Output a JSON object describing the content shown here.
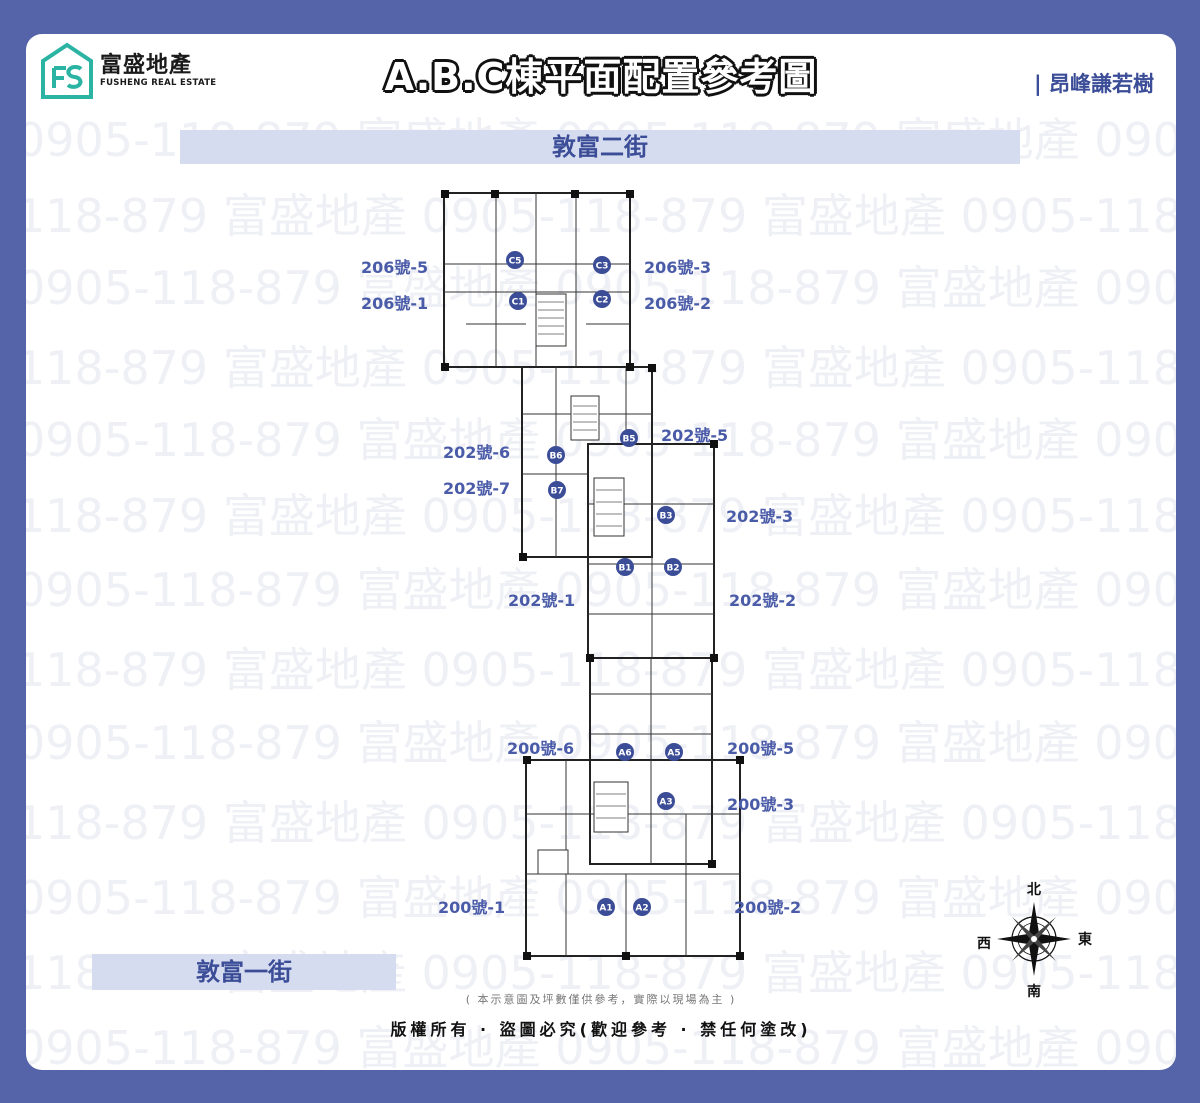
{
  "company": {
    "name": "富盛地產",
    "name_en": "FUSHENG REAL ESTATE"
  },
  "title": "A.B.C棟平面配置參考圖",
  "project": "| 昂峰謙若樹",
  "roads": {
    "north": "敦富二街",
    "south": "敦富一街"
  },
  "watermark": {
    "phone": "0905-118-879",
    "company": "富盛地產"
  },
  "units": [
    {
      "id": "C5",
      "label": "206號-5"
    },
    {
      "id": "C3",
      "label": "206號-3"
    },
    {
      "id": "C1",
      "label": "206號-1"
    },
    {
      "id": "C2",
      "label": "206號-2"
    },
    {
      "id": "B5",
      "label": "202號-5"
    },
    {
      "id": "B6",
      "label": "202號-6"
    },
    {
      "id": "B7",
      "label": "202號-7"
    },
    {
      "id": "B3",
      "label": "202號-3"
    },
    {
      "id": "B1",
      "label": "202號-1"
    },
    {
      "id": "B2",
      "label": "202號-2"
    },
    {
      "id": "A6",
      "label": "200號-6"
    },
    {
      "id": "A5",
      "label": "200號-5"
    },
    {
      "id": "A3",
      "label": "200號-3"
    },
    {
      "id": "A1",
      "label": "200號-1"
    },
    {
      "id": "A2",
      "label": "200號-2"
    }
  ],
  "compass": {
    "north": "北",
    "south": "南",
    "east": "東",
    "west": "西"
  },
  "disclaimer": "( 本示意圖及坪數僅供參考，實際以現場為主 )",
  "copyright": "版權所有 · 盜圖必究(歡迎參考 · 禁任何塗改)",
  "colors": {
    "frame": "#5563a8",
    "accent": "#3c4d98",
    "road_band": "#d6dcf0",
    "logo": "#2bb3a3"
  }
}
